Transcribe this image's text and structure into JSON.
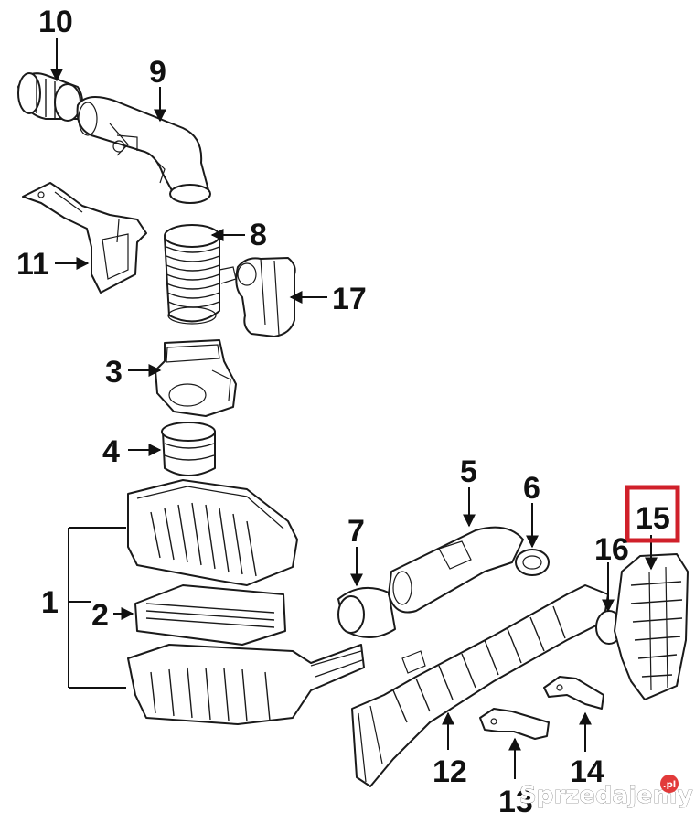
{
  "diagram": {
    "callouts": {
      "c1": "1",
      "c2": "2",
      "c3": "3",
      "c4": "4",
      "c5": "5",
      "c6": "6",
      "c7": "7",
      "c8": "8",
      "c9": "9",
      "c10": "10",
      "c11": "11",
      "c12": "12",
      "c13": "13",
      "c14": "14",
      "c15": "15",
      "c16": "16",
      "c17": "17"
    },
    "highlight": {
      "part": "15",
      "color": "#d0202a"
    }
  },
  "watermark": {
    "text": "Sprzedajemy",
    "suffix": ".pl",
    "logo": "sprzedajemy-logo"
  }
}
